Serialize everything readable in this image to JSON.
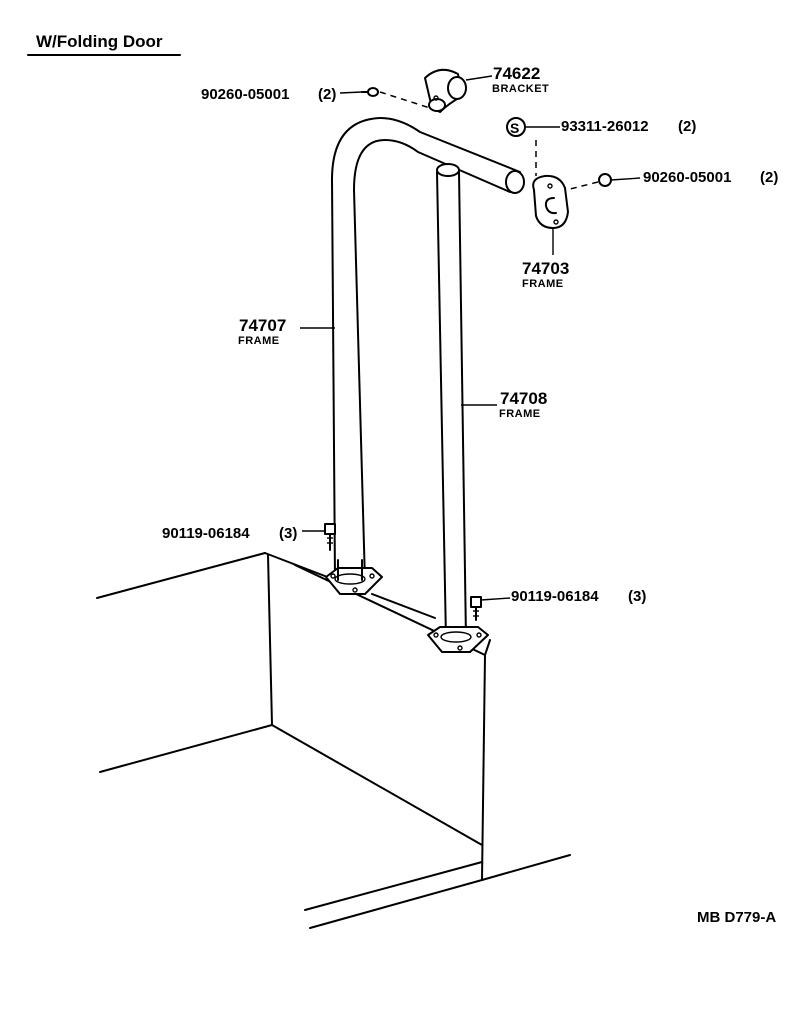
{
  "title": "W/Folding Door",
  "drawing_code": "MB D779-A",
  "parts": {
    "bracket": {
      "number": "74622",
      "name": "BRACKET"
    },
    "frame_small": {
      "number": "74703",
      "name": "FRAME"
    },
    "frame_left": {
      "number": "74707",
      "name": "FRAME"
    },
    "frame_right": {
      "number": "74708",
      "name": "FRAME"
    },
    "screw_top_left": {
      "number": "90260-05001",
      "qty": "(2)"
    },
    "screw_top_right": {
      "number": "90260-05001",
      "qty": "(2)"
    },
    "nut": {
      "number": "93311-26012",
      "qty": "(2)"
    },
    "bolt_left": {
      "number": "90119-06184",
      "qty": "(3)"
    },
    "bolt_right": {
      "number": "90119-06184",
      "qty": "(3)"
    }
  }
}
